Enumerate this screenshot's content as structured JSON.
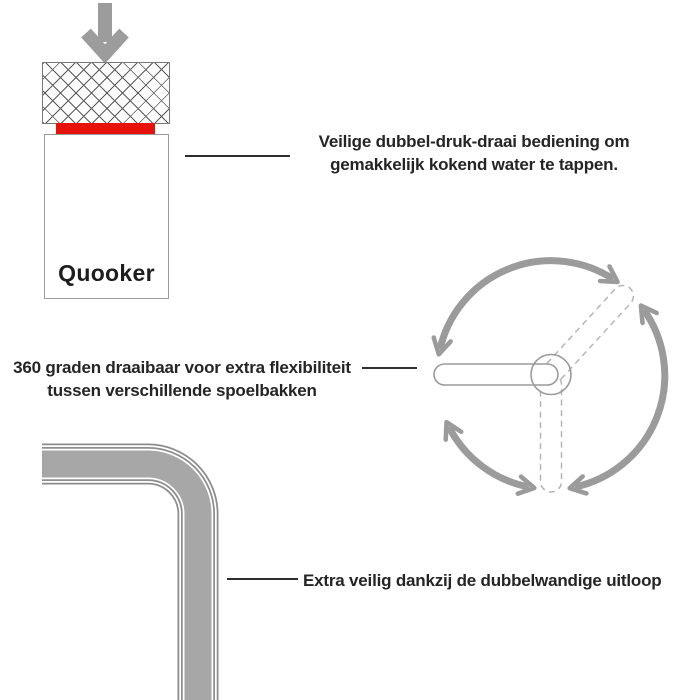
{
  "infographic": {
    "brand": "Quooker",
    "tap_label": "Quooker",
    "features": [
      {
        "name": "dual-push-turn-control",
        "lines": {
          "0": "Veilige dubbel-druk-draai bediening om",
          "1": "gemakkelijk kokend water te tappen."
        }
      },
      {
        "name": "360-degree-rotation",
        "lines": {
          "0": "360 graden draaibaar voor extra flexibiliteit",
          "1": "tussen verschillende spoelbakken"
        }
      },
      {
        "name": "double-walled-spout",
        "lines": {
          "0": "Extra veilig dankzij de dubbelwandige uitloop"
        }
      }
    ],
    "icons": {
      "press_arrow": "press-down-arrow-icon",
      "rotation": "rotation-arrows-icon",
      "pipe": "double-wall-pipe-icon"
    },
    "colors": {
      "accent_red": "#e8120c",
      "diagram_gray": "#9b9b9b",
      "pipe_core_gray": "#a7a7a7",
      "pipe_line_gray": "#8d8d8d",
      "text": "#252525",
      "connector_line": "#2e2e2e",
      "background": "#ffffff"
    }
  }
}
